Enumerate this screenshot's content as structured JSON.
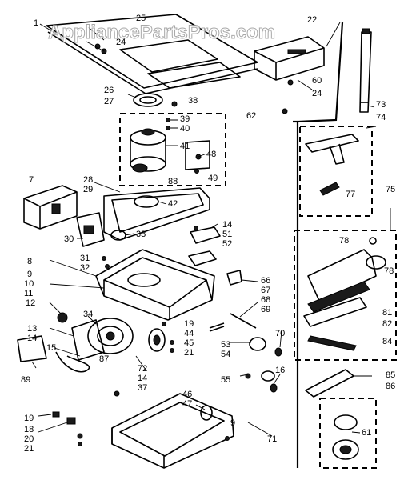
{
  "watermark": "AppliancePartsPros.com",
  "callouts": [
    {
      "id": "c1",
      "text": "1"
    },
    {
      "id": "c25",
      "text": "25"
    },
    {
      "id": "c24a",
      "text": "24"
    },
    {
      "id": "c22",
      "text": "22"
    },
    {
      "id": "c60",
      "text": "60"
    },
    {
      "id": "c24b",
      "text": "24"
    },
    {
      "id": "c73",
      "text": "73"
    },
    {
      "id": "c74",
      "text": "74"
    },
    {
      "id": "c26",
      "text": "26"
    },
    {
      "id": "c27",
      "text": "27"
    },
    {
      "id": "c38",
      "text": "38"
    },
    {
      "id": "c39",
      "text": "39"
    },
    {
      "id": "c40",
      "text": "40"
    },
    {
      "id": "c41",
      "text": "41"
    },
    {
      "id": "c62",
      "text": "62"
    },
    {
      "id": "c48",
      "text": "48"
    },
    {
      "id": "c88",
      "text": "88"
    },
    {
      "id": "c49",
      "text": "49"
    },
    {
      "id": "c77",
      "text": "77"
    },
    {
      "id": "c75",
      "text": "75"
    },
    {
      "id": "c7",
      "text": "7"
    },
    {
      "id": "c28",
      "text": "28"
    },
    {
      "id": "c29",
      "text": "29"
    },
    {
      "id": "c42",
      "text": "42"
    },
    {
      "id": "c14a",
      "text": "14"
    },
    {
      "id": "c51",
      "text": "51"
    },
    {
      "id": "c52",
      "text": "52"
    },
    {
      "id": "c30",
      "text": "30"
    },
    {
      "id": "c33",
      "text": "33"
    },
    {
      "id": "c78a",
      "text": "78"
    },
    {
      "id": "c78b",
      "text": "78"
    },
    {
      "id": "c8",
      "text": "8"
    },
    {
      "id": "c31",
      "text": "31"
    },
    {
      "id": "c32",
      "text": "32"
    },
    {
      "id": "c9",
      "text": "9"
    },
    {
      "id": "c10",
      "text": "10"
    },
    {
      "id": "c11",
      "text": "11"
    },
    {
      "id": "c66",
      "text": "66"
    },
    {
      "id": "c67",
      "text": "67"
    },
    {
      "id": "c68",
      "text": "68"
    },
    {
      "id": "c69",
      "text": "69"
    },
    {
      "id": "c81",
      "text": "81"
    },
    {
      "id": "c82",
      "text": "82"
    },
    {
      "id": "c12",
      "text": "12"
    },
    {
      "id": "c34",
      "text": "34"
    },
    {
      "id": "c19a",
      "text": "19"
    },
    {
      "id": "c44",
      "text": "44"
    },
    {
      "id": "c45",
      "text": "45"
    },
    {
      "id": "c21a",
      "text": "21"
    },
    {
      "id": "c13",
      "text": "13"
    },
    {
      "id": "c14b",
      "text": "14"
    },
    {
      "id": "c15",
      "text": "15"
    },
    {
      "id": "c87",
      "text": "87"
    },
    {
      "id": "c53",
      "text": "53"
    },
    {
      "id": "c54",
      "text": "54"
    },
    {
      "id": "c70",
      "text": "70"
    },
    {
      "id": "c84",
      "text": "84"
    },
    {
      "id": "c89",
      "text": "89"
    },
    {
      "id": "c72",
      "text": "72"
    },
    {
      "id": "c14c",
      "text": "14"
    },
    {
      "id": "c37",
      "text": "37"
    },
    {
      "id": "c55",
      "text": "55"
    },
    {
      "id": "c16",
      "text": "16"
    },
    {
      "id": "c85",
      "text": "85"
    },
    {
      "id": "c86",
      "text": "86"
    },
    {
      "id": "c46",
      "text": "46"
    },
    {
      "id": "c47",
      "text": "47"
    },
    {
      "id": "c19b",
      "text": "19"
    },
    {
      "id": "c18",
      "text": "18"
    },
    {
      "id": "c20",
      "text": "20"
    },
    {
      "id": "c21b",
      "text": "21"
    },
    {
      "id": "c9b",
      "text": "9"
    },
    {
      "id": "c71",
      "text": "71"
    },
    {
      "id": "c61",
      "text": "61"
    }
  ]
}
